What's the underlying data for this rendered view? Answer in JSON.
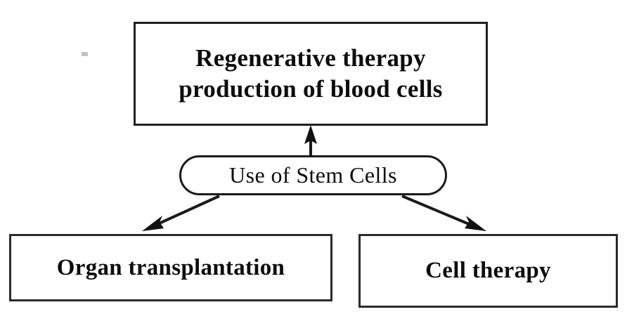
{
  "diagram": {
    "title": "Use of Stem Cells flowchart",
    "type": "flowchart",
    "background_color": "#ffffff",
    "stroke_color": "#231f20",
    "nodes": {
      "root": {
        "id": "use-of-stem-cells",
        "label": "Use of Stem Cells",
        "shape": "rounded-rectangle"
      },
      "top": {
        "id": "regenerative-therapy",
        "label_line_1": "Regenerative therapy",
        "label_line_2": "production of blood cells",
        "shape": "rectangle"
      },
      "bottom_left": {
        "id": "organ-transplantation",
        "label": "Organ transplantation",
        "shape": "rectangle"
      },
      "bottom_right": {
        "id": "cell-therapy",
        "label": "Cell therapy",
        "shape": "rectangle"
      }
    },
    "edges": [
      {
        "from": "use-of-stem-cells",
        "to": "regenerative-therapy",
        "direction": "up",
        "arrowhead": true
      },
      {
        "from": "use-of-stem-cells",
        "to": "organ-transplantation",
        "direction": "down-left",
        "arrowhead": true
      },
      {
        "from": "use-of-stem-cells",
        "to": "cell-therapy",
        "direction": "down-right",
        "arrowhead": true
      }
    ]
  }
}
